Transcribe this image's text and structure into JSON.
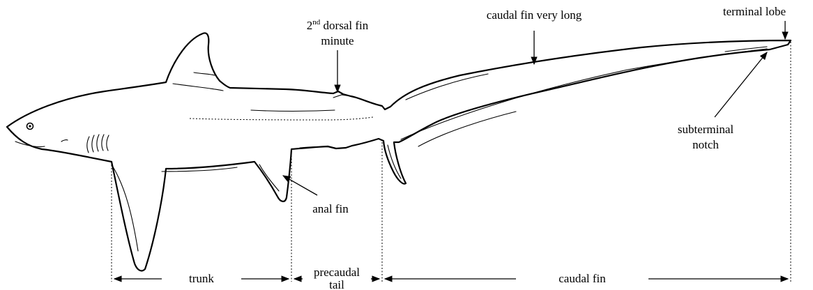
{
  "labels": {
    "second_dorsal_prefix": "2",
    "second_dorsal_sup": "nd",
    "second_dorsal_rest": " dorsal fin",
    "second_dorsal_line2": "minute",
    "caudal_long": "caudal fin very long",
    "terminal_lobe": "terminal lobe",
    "subterminal_line1": "subterminal",
    "subterminal_line2": "notch",
    "anal_fin": "anal fin",
    "trunk": "trunk",
    "precaudal_line1": "precaudal",
    "precaudal_line2": "tail",
    "caudal_fin": "caudal fin"
  },
  "colors": {
    "line": "#000000",
    "background": "#ffffff"
  }
}
